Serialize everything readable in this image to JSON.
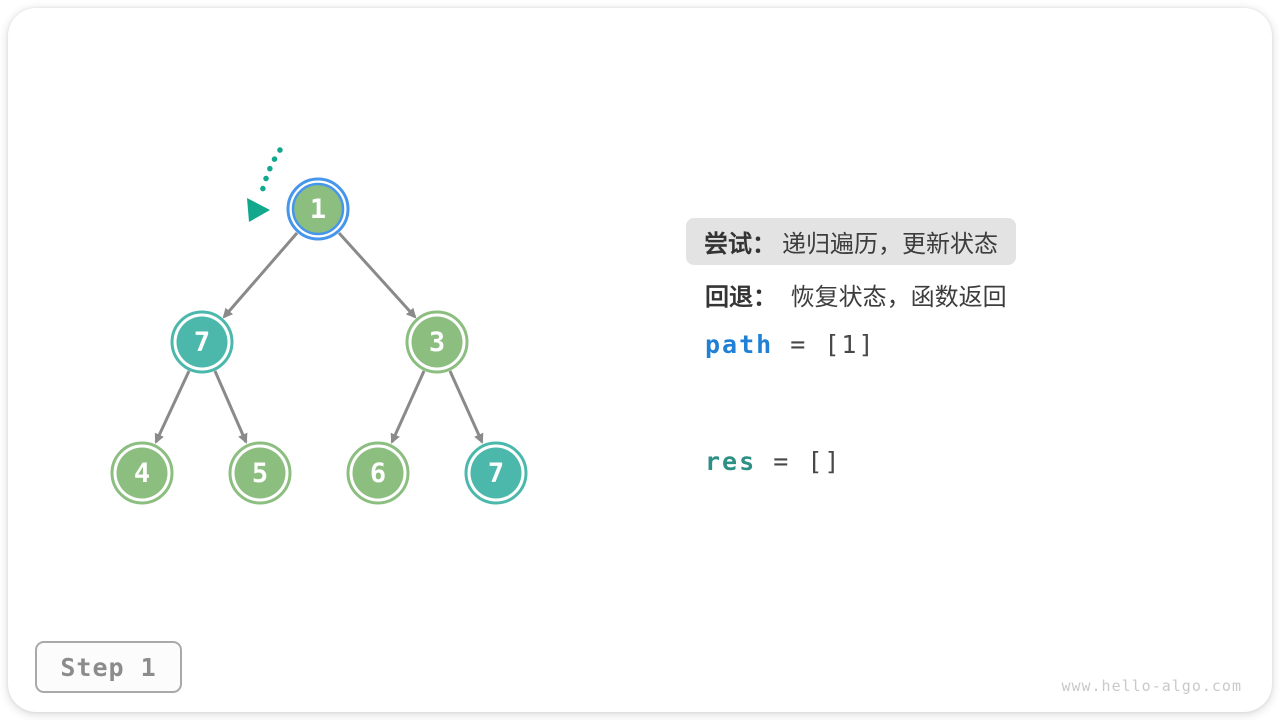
{
  "panel": {
    "try": {
      "label": "尝试：",
      "text": "递归遍历，更新状态"
    },
    "backtrack": {
      "label": "回退：",
      "text": "恢复状态，函数返回"
    },
    "path": {
      "name": "path",
      "expr": "= [1]"
    },
    "res": {
      "name": "res",
      "expr": "= []"
    }
  },
  "tree": {
    "nodes": [
      {
        "value": "1",
        "state": "current"
      },
      {
        "value": "7",
        "state": "teal"
      },
      {
        "value": "3",
        "state": "green"
      },
      {
        "value": "4",
        "state": "green"
      },
      {
        "value": "5",
        "state": "green"
      },
      {
        "value": "6",
        "state": "green"
      },
      {
        "value": "7",
        "state": "teal"
      }
    ]
  },
  "step": {
    "label": "Step 1"
  },
  "watermark": "www.hello-algo.com",
  "colors": {
    "node_green": "#8cbe80",
    "node_teal": "#4cb8ac",
    "current_ring_blue": "#4696eb",
    "edge_gray": "#8a8a8a",
    "pointer_teal": "#12a88e",
    "highlight_bg": "#e3e3e3",
    "path_blue": "#1f80d6",
    "res_teal": "#2e8f85"
  }
}
